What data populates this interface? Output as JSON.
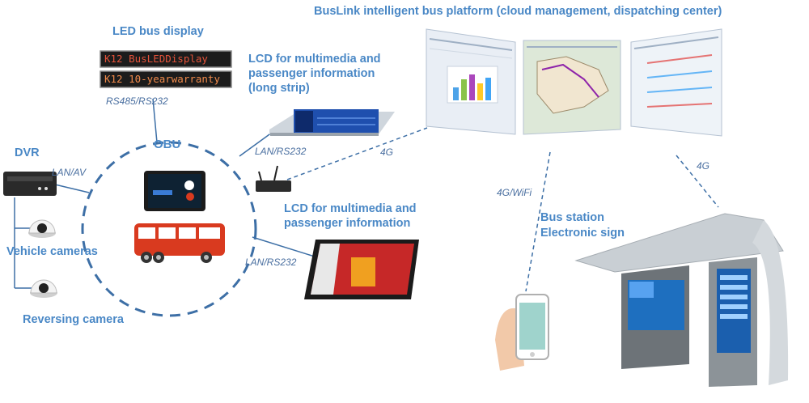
{
  "platform_title": "BusLink intelligent bus platform (cloud management, dispatching center)",
  "led": {
    "title": "LED bus display",
    "line1": "K12 BusLEDDisplay",
    "line2": "K12 10-yearwarranty",
    "link": "RS485/RS232"
  },
  "lcd_strip": {
    "title_lines": [
      "LCD for multimedia and",
      "passenger information",
      "(long strip)"
    ],
    "link": "LAN/RS232"
  },
  "lcd": {
    "title_lines": [
      "LCD for multimedia and",
      "passenger information"
    ],
    "link": "LAN/RS232"
  },
  "obu": {
    "label": "OBU"
  },
  "dvr": {
    "label": "DVR",
    "link": "LAN/AV"
  },
  "cameras": {
    "vehicle": "Vehicle cameras",
    "reversing": "Reversing camera"
  },
  "station": {
    "label_lines": [
      "Bus station",
      "Electronic sign"
    ]
  },
  "links": {
    "router_cloud": "4G",
    "cloud_station": "4G",
    "phone": "4G/WiFi"
  },
  "colors": {
    "accent": "#4a88c6",
    "ring": "#3d6fa6",
    "bus": "#d93a1f",
    "led_text": "#e4533a"
  }
}
